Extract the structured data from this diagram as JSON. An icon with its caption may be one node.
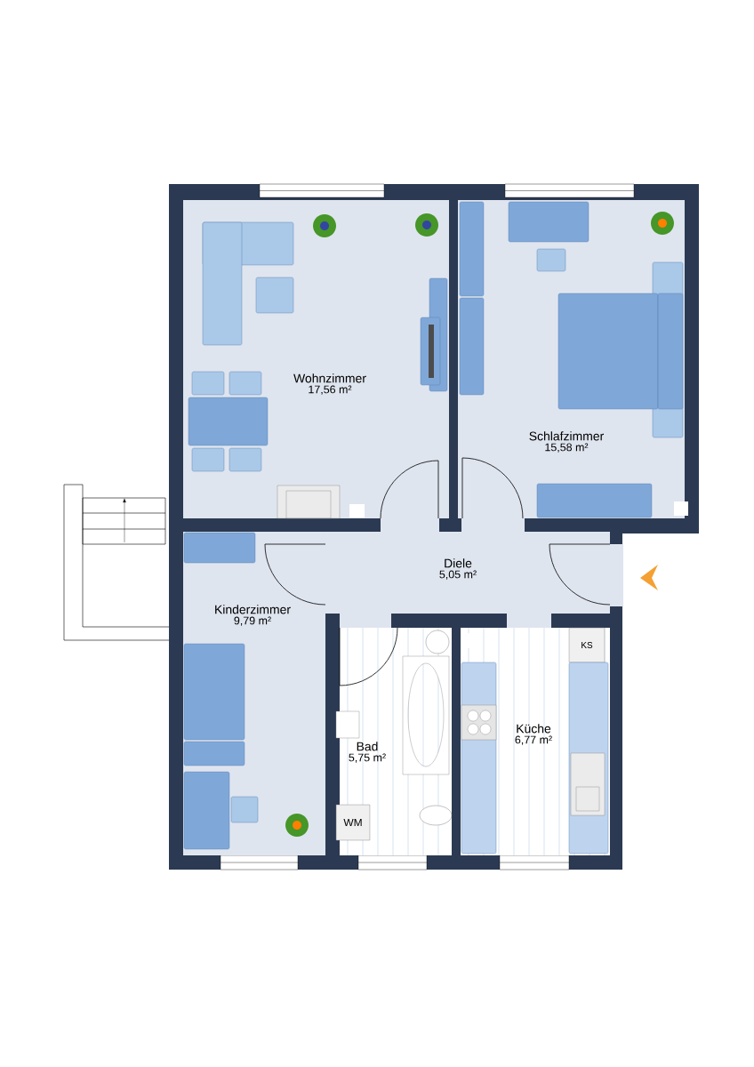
{
  "diagram": {
    "nodes": [
      {
        "text": [
          "Wohnzimmer",
          "17,56 m²"
        ]
      },
      {
        "text": [
          "Schlafzimmer",
          "15,58 m²"
        ]
      },
      {
        "text": [
          "Diele",
          "5,05 m²"
        ]
      },
      {
        "text": [
          "Kinderzimmer",
          "9,79 m²"
        ]
      },
      {
        "text": [
          "Bad",
          "5,75 m²"
        ]
      },
      {
        "text": [
          "Küche",
          "6,77 m²"
        ]
      },
      {
        "text": [
          "WM"
        ],
        "in": 4
      },
      {
        "text": [
          "KS"
        ],
        "in": 5
      }
    ]
  }
}
